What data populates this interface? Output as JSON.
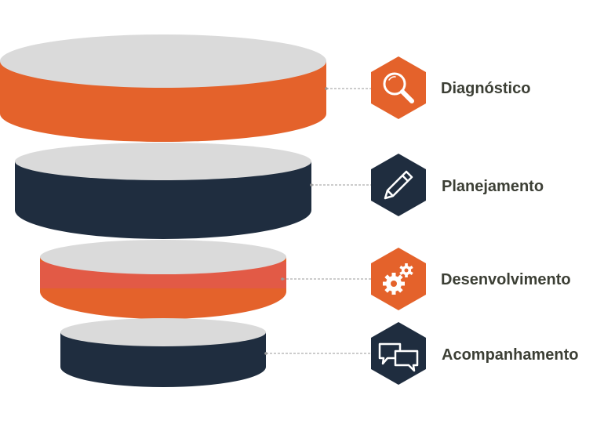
{
  "colors": {
    "orange": "#e4622b",
    "navy": "#1f2d3f",
    "disc_top": "#dadada",
    "highlight_band": "#e25a46",
    "connector": "#9a9a9a",
    "label_text": "#3c3f35",
    "icon_glyph": "#ffffff"
  },
  "stages": [
    {
      "label": "Diagnóstico",
      "color": "orange",
      "icon": "magnifier-icon"
    },
    {
      "label": "Planejamento",
      "color": "navy",
      "icon": "pencil-icon"
    },
    {
      "label": "Desenvolvimento",
      "color": "orange",
      "icon": "gears-icon"
    },
    {
      "label": "Acompanhamento",
      "color": "navy",
      "icon": "chat-bubbles-icon"
    }
  ]
}
